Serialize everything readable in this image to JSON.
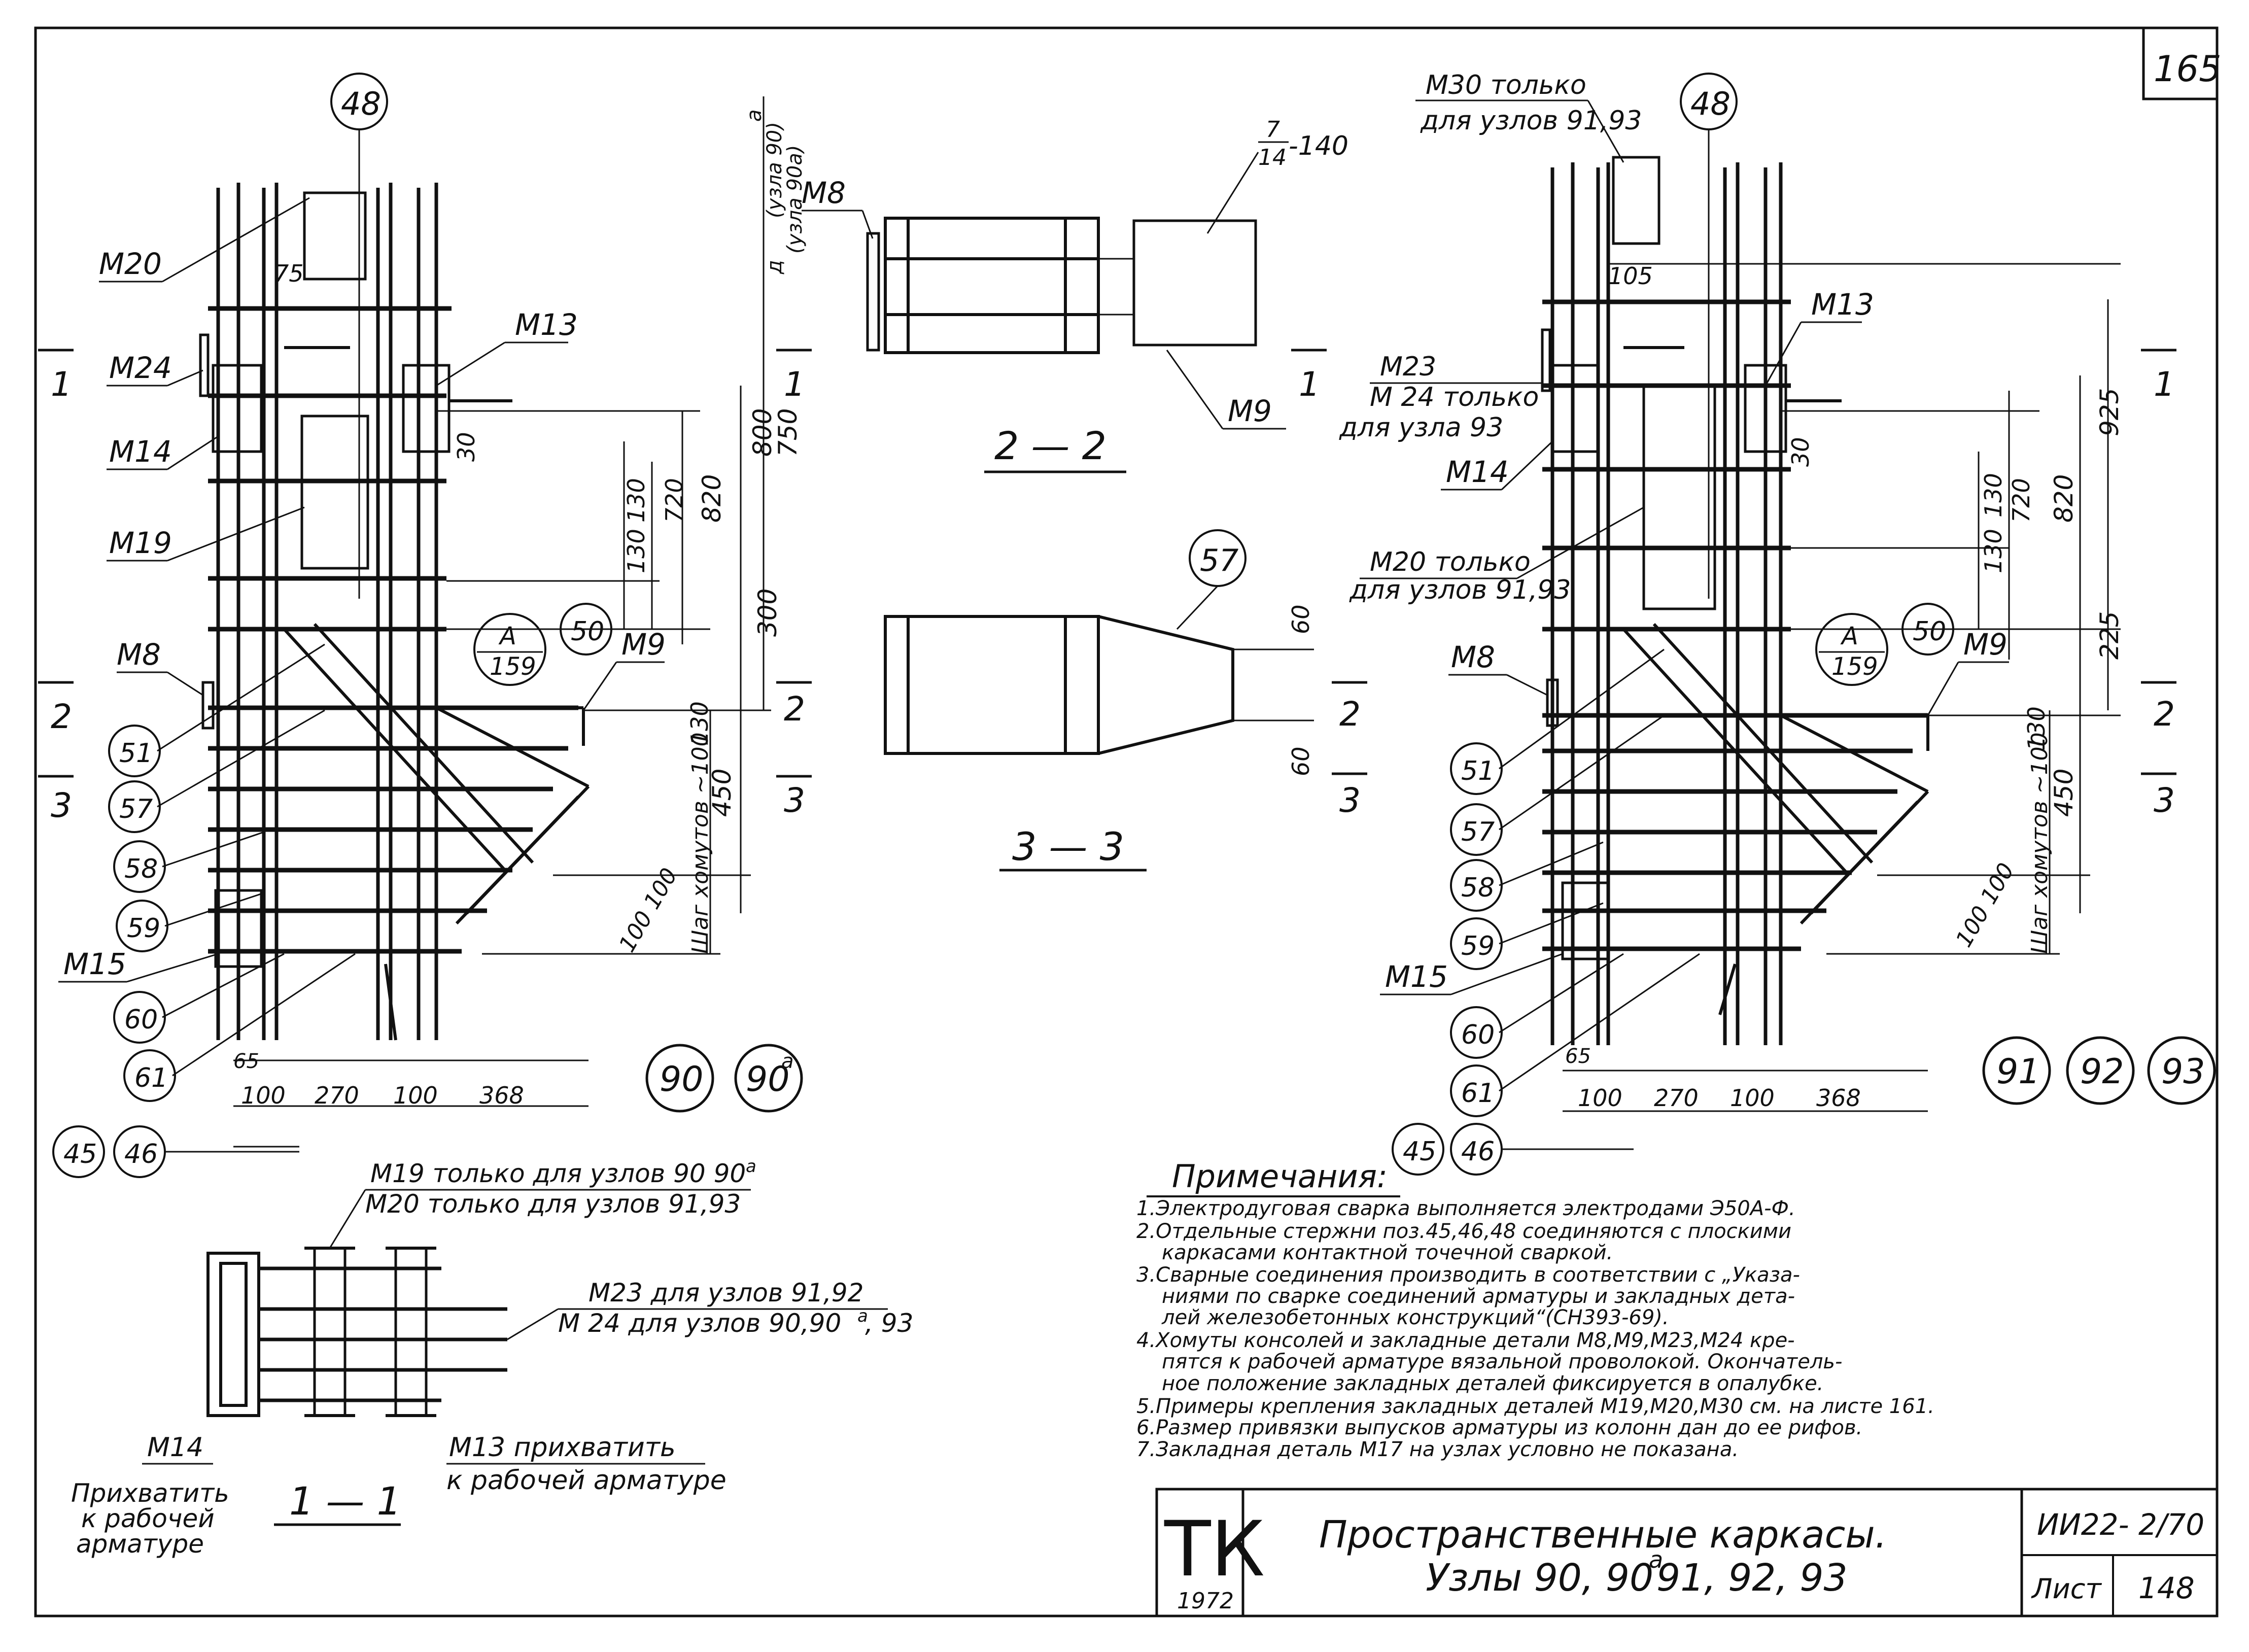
{
  "sheet_number_top": "165",
  "left_detail": {
    "balloon_top": "48",
    "labels": [
      "M20",
      "M24",
      "M14",
      "M19",
      "M8",
      "M13",
      "M9",
      "M15"
    ],
    "dims_v": [
      "800",
      "750",
      "820",
      "720",
      "130",
      "130",
      "30",
      "300",
      "450",
      "130",
      "Шаг хомутов ~100"
    ],
    "dim_75": "75",
    "dims_bottom": [
      "65",
      "100",
      "270",
      "100",
      "368"
    ],
    "dims_diag": "100 100",
    "note_top": "(узла 90)",
    "note_top2": "(узла 90а)",
    "prefix_a": "а",
    "prefix_d": "д",
    "balloons": [
      "51",
      "57",
      "58",
      "59",
      "60",
      "61",
      "45",
      "46",
      "50"
    ],
    "ref_a": "А",
    "ref_sheet": "159",
    "node_a": "90",
    "node_b": "90",
    "node_b_sup": "а"
  },
  "right_detail": {
    "balloon_top": "48",
    "labels": {
      "m30": "М30 только",
      "m30b": "для узлов 91,93",
      "m13": "М13",
      "m23": "М23",
      "m24": "М 24 только",
      "m24b": "для узла 93",
      "m14": "М14",
      "m20": "М20 только",
      "m20b": "для узлов 91,93",
      "m8": "М8",
      "m9": "М9",
      "m15": "М15"
    },
    "dims_v": [
      "925",
      "820",
      "720",
      "130",
      "130",
      "30",
      "225",
      "450",
      "130",
      "Шаг хомутов ~100"
    ],
    "dim_105": "105",
    "dims_bottom": [
      "65",
      "100",
      "270",
      "100",
      "368"
    ],
    "dims_diag": "100 100",
    "balloons": [
      "51",
      "57",
      "58",
      "59",
      "60",
      "61",
      "45",
      "46",
      "50"
    ],
    "ref_a": "А",
    "ref_sheet": "159",
    "nodes": [
      "91",
      "92",
      "93"
    ]
  },
  "section_marks": [
    "1",
    "2",
    "3"
  ],
  "section_2_2": {
    "title": "2 — 2",
    "frac_num": "7",
    "frac_den": "14",
    "frac_val": "-140",
    "m8": "М8",
    "m9": "М9"
  },
  "section_3_3": {
    "title": "3 — 3",
    "balloon": "57",
    "dim_a": "60",
    "dim_b": "60"
  },
  "section_1_1": {
    "title": "1 — 1",
    "line1": "М19 только для узлов 90 90",
    "line1_sup": "а",
    "line2": "М20 только для узлов 91,93",
    "line3": "М23 для узлов 91,92",
    "line4": "М 24 для узлов 90,90",
    "line4_sup": "а",
    "line4_end": ", 93",
    "m14": "М14",
    "grab1": "Прихватить",
    "grab2": "к рабочей",
    "grab3": "арматуре",
    "m13": "М13 прихватить",
    "m13b": "к рабочей арматуре"
  },
  "notes": {
    "heading": "Примечания:",
    "lines": [
      "1.Электродуговая сварка выполняется электродами Э50А-Ф.",
      "2.Отдельные стержни поз.45,46,48 соединяются с плоскими",
      "каркасами контактной точечной сваркой.",
      "3.Сварные соединения производить в соответствии с „Указа-",
      "ниями по сварке соединений арматуры и закладных дета-",
      "лей железобетонных конструкций“(СН393-69).",
      "4.Хомуты консолей и закладные детали М8,М9,М23,М24 кре-",
      "пятся к рабочей арматуре вязальной проволокой. Окончатель-",
      "ное положение закладных деталей фиксируется в опалубке.",
      "5.Примеры крепления закладных деталей М19,М20,М30 см. на листе 161.",
      "6.Размер привязки выпусков арматуры из колонн дан до ее рифов.",
      "7.Закладная деталь М17 на узлах условно не показана."
    ]
  },
  "title_block": {
    "tk": "ТК",
    "year": "1972",
    "title1": "Пространственные каркасы.",
    "title2": "Узлы 90, 90",
    "title2_sup": "а",
    "title2_end": " 91, 92, 93",
    "series": "ИИ22- 2/70",
    "sheet_label": "Лист",
    "sheet_no": "148"
  }
}
